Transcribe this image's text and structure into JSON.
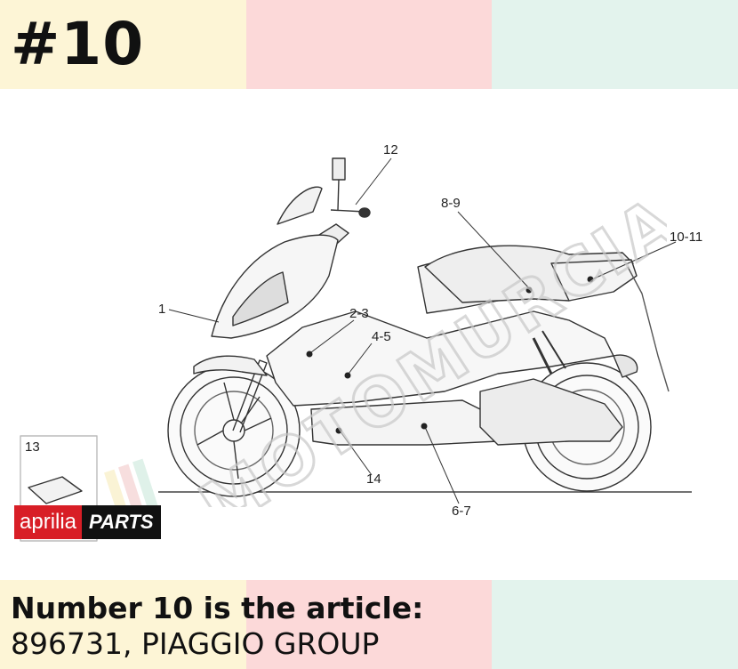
{
  "header": {
    "title": "#10",
    "colors": [
      "#fdf5d6",
      "#fcd9d9",
      "#e3f3ed"
    ]
  },
  "diagram": {
    "labels": [
      "12",
      "8-9",
      "10-11",
      "1",
      "2-3",
      "4-5",
      "13",
      "14",
      "6-7"
    ],
    "watermark": "MOTOMURCIA"
  },
  "logo": {
    "brand": "aprilia",
    "suffix": "PARTS"
  },
  "footer": {
    "line1": "Number 10 is the article:",
    "line2": "896731, PIAGGIO GROUP"
  }
}
